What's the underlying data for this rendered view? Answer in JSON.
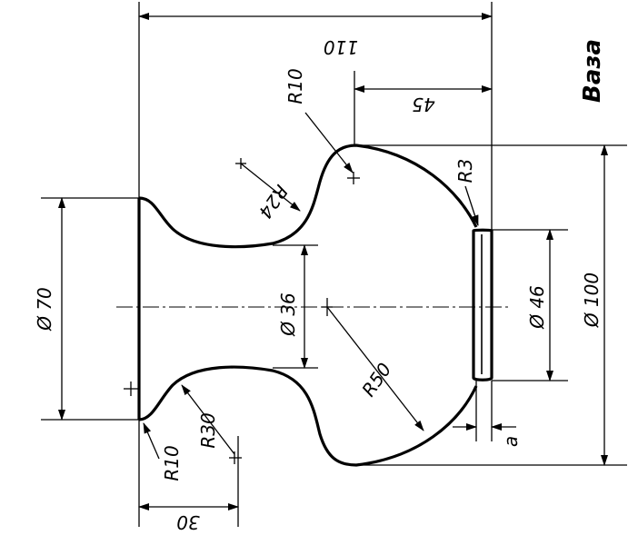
{
  "drawing": {
    "title": "Ваза",
    "dimensions": {
      "length_total": "110",
      "length_neck": "45",
      "length_base": "30",
      "diameter_base": "Ø 70",
      "diameter_waist": "Ø 36",
      "diameter_collar": "Ø 46",
      "diameter_body": "Ø 100",
      "radius_bowl": "R50",
      "radius_top": "R10",
      "radius_upper_cove": "R24",
      "radius_lower_cove": "R30",
      "radius_base_fillet": "R10",
      "radius_collar": "R3",
      "collar_thickness": "a"
    }
  }
}
